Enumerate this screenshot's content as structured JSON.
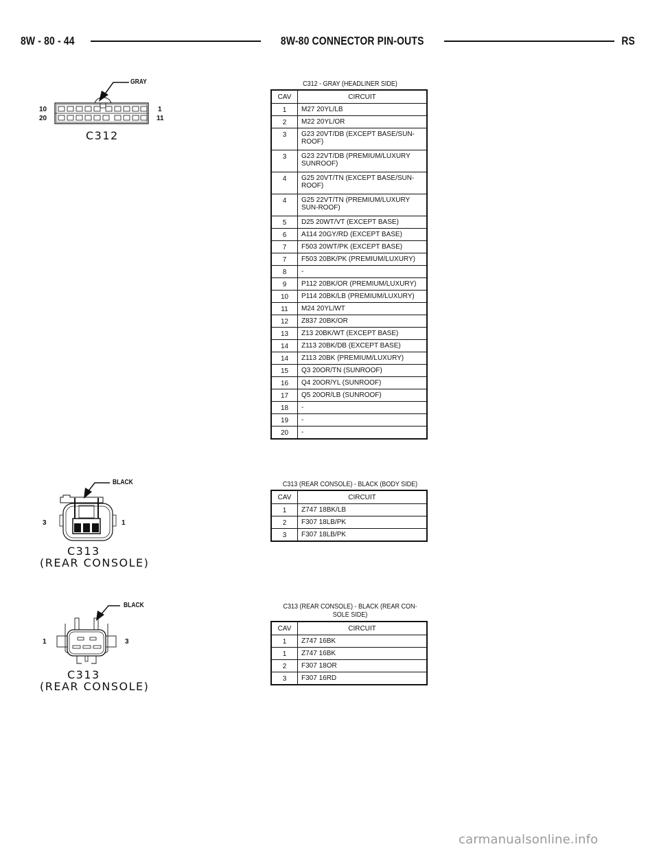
{
  "header": {
    "page_number": "8W - 80 - 44",
    "section_title": "8W-80 CONNECTOR PIN-OUTS",
    "model_code": "RS"
  },
  "connectors": [
    {
      "diagram": {
        "label": "C312",
        "color_tag": "GRAY",
        "pin_left_top": "10",
        "pin_left_bottom": "20",
        "pin_right_top": "1",
        "pin_right_bottom": "11"
      },
      "table": {
        "title": "C312 - GRAY (HEADLINER SIDE)",
        "col_cav": "CAV",
        "col_circuit": "CIRCUIT",
        "rows": [
          {
            "cav": "1",
            "circuit": "M27 20YL/LB"
          },
          {
            "cav": "2",
            "circuit": "M22 20YL/OR"
          },
          {
            "cav": "3",
            "circuit": "G23 20VT/DB (EXCEPT BASE/SUN-ROOF)"
          },
          {
            "cav": "3",
            "circuit": "G23 22VT/DB (PREMIUM/LUXURY SUNROOF)"
          },
          {
            "cav": "4",
            "circuit": "G25 20VT/TN (EXCEPT BASE/SUN-ROOF)"
          },
          {
            "cav": "4",
            "circuit": "G25 22VT/TN (PREMIUM/LUXURY SUN-ROOF)"
          },
          {
            "cav": "5",
            "circuit": "D25 20WT/VT (EXCEPT BASE)"
          },
          {
            "cav": "6",
            "circuit": "A114 20GY/RD (EXCEPT BASE)"
          },
          {
            "cav": "7",
            "circuit": "F503 20WT/PK (EXCEPT BASE)"
          },
          {
            "cav": "7",
            "circuit": "F503 20BK/PK (PREMIUM/LUXURY)"
          },
          {
            "cav": "8",
            "circuit": "-"
          },
          {
            "cav": "9",
            "circuit": "P112 20BK/OR (PREMIUM/LUXURY)"
          },
          {
            "cav": "10",
            "circuit": "P114 20BK/LB (PREMIUM/LUXURY)"
          },
          {
            "cav": "11",
            "circuit": "M24 20YL/WT"
          },
          {
            "cav": "12",
            "circuit": "Z837 20BK/OR"
          },
          {
            "cav": "13",
            "circuit": "Z13 20BK/WT (EXCEPT BASE)"
          },
          {
            "cav": "14",
            "circuit": "Z113 20BK/DB (EXCEPT BASE)"
          },
          {
            "cav": "14",
            "circuit": "Z113 20BK (PREMIUM/LUXURY)"
          },
          {
            "cav": "15",
            "circuit": "Q3 20OR/TN (SUNROOF)"
          },
          {
            "cav": "16",
            "circuit": "Q4 20OR/YL (SUNROOF)"
          },
          {
            "cav": "17",
            "circuit": "Q5 20OR/LB (SUNROOF)"
          },
          {
            "cav": "18",
            "circuit": "-"
          },
          {
            "cav": "19",
            "circuit": "-"
          },
          {
            "cav": "20",
            "circuit": "-"
          }
        ]
      }
    },
    {
      "diagram": {
        "label": "C313",
        "sublabel": "(REAR CONSOLE)",
        "color_tag": "BLACK",
        "pin_left": "3",
        "pin_right": "1"
      },
      "table": {
        "title": "C313 (REAR CONSOLE) - BLACK (BODY SIDE)",
        "col_cav": "CAV",
        "col_circuit": "CIRCUIT",
        "rows": [
          {
            "cav": "1",
            "circuit": "Z747 18BK/LB"
          },
          {
            "cav": "2",
            "circuit": "F307 18LB/PK"
          },
          {
            "cav": "3",
            "circuit": "F307 18LB/PK"
          }
        ]
      }
    },
    {
      "diagram": {
        "label": "C313",
        "sublabel": "(REAR CONSOLE)",
        "color_tag": "BLACK",
        "pin_left": "1",
        "pin_right": "3"
      },
      "table": {
        "title_line1": "C313 (REAR CONSOLE) - BLACK (REAR CON-",
        "title_line2": "SOLE SIDE)",
        "col_cav": "CAV",
        "col_circuit": "CIRCUIT",
        "rows": [
          {
            "cav": "1",
            "circuit": "Z747 16BK"
          },
          {
            "cav": "1",
            "circuit": "Z747 16BK"
          },
          {
            "cav": "2",
            "circuit": "F307 18OR"
          },
          {
            "cav": "3",
            "circuit": "F307 16RD"
          }
        ]
      }
    }
  ],
  "watermark": "carmanualsonline.info"
}
